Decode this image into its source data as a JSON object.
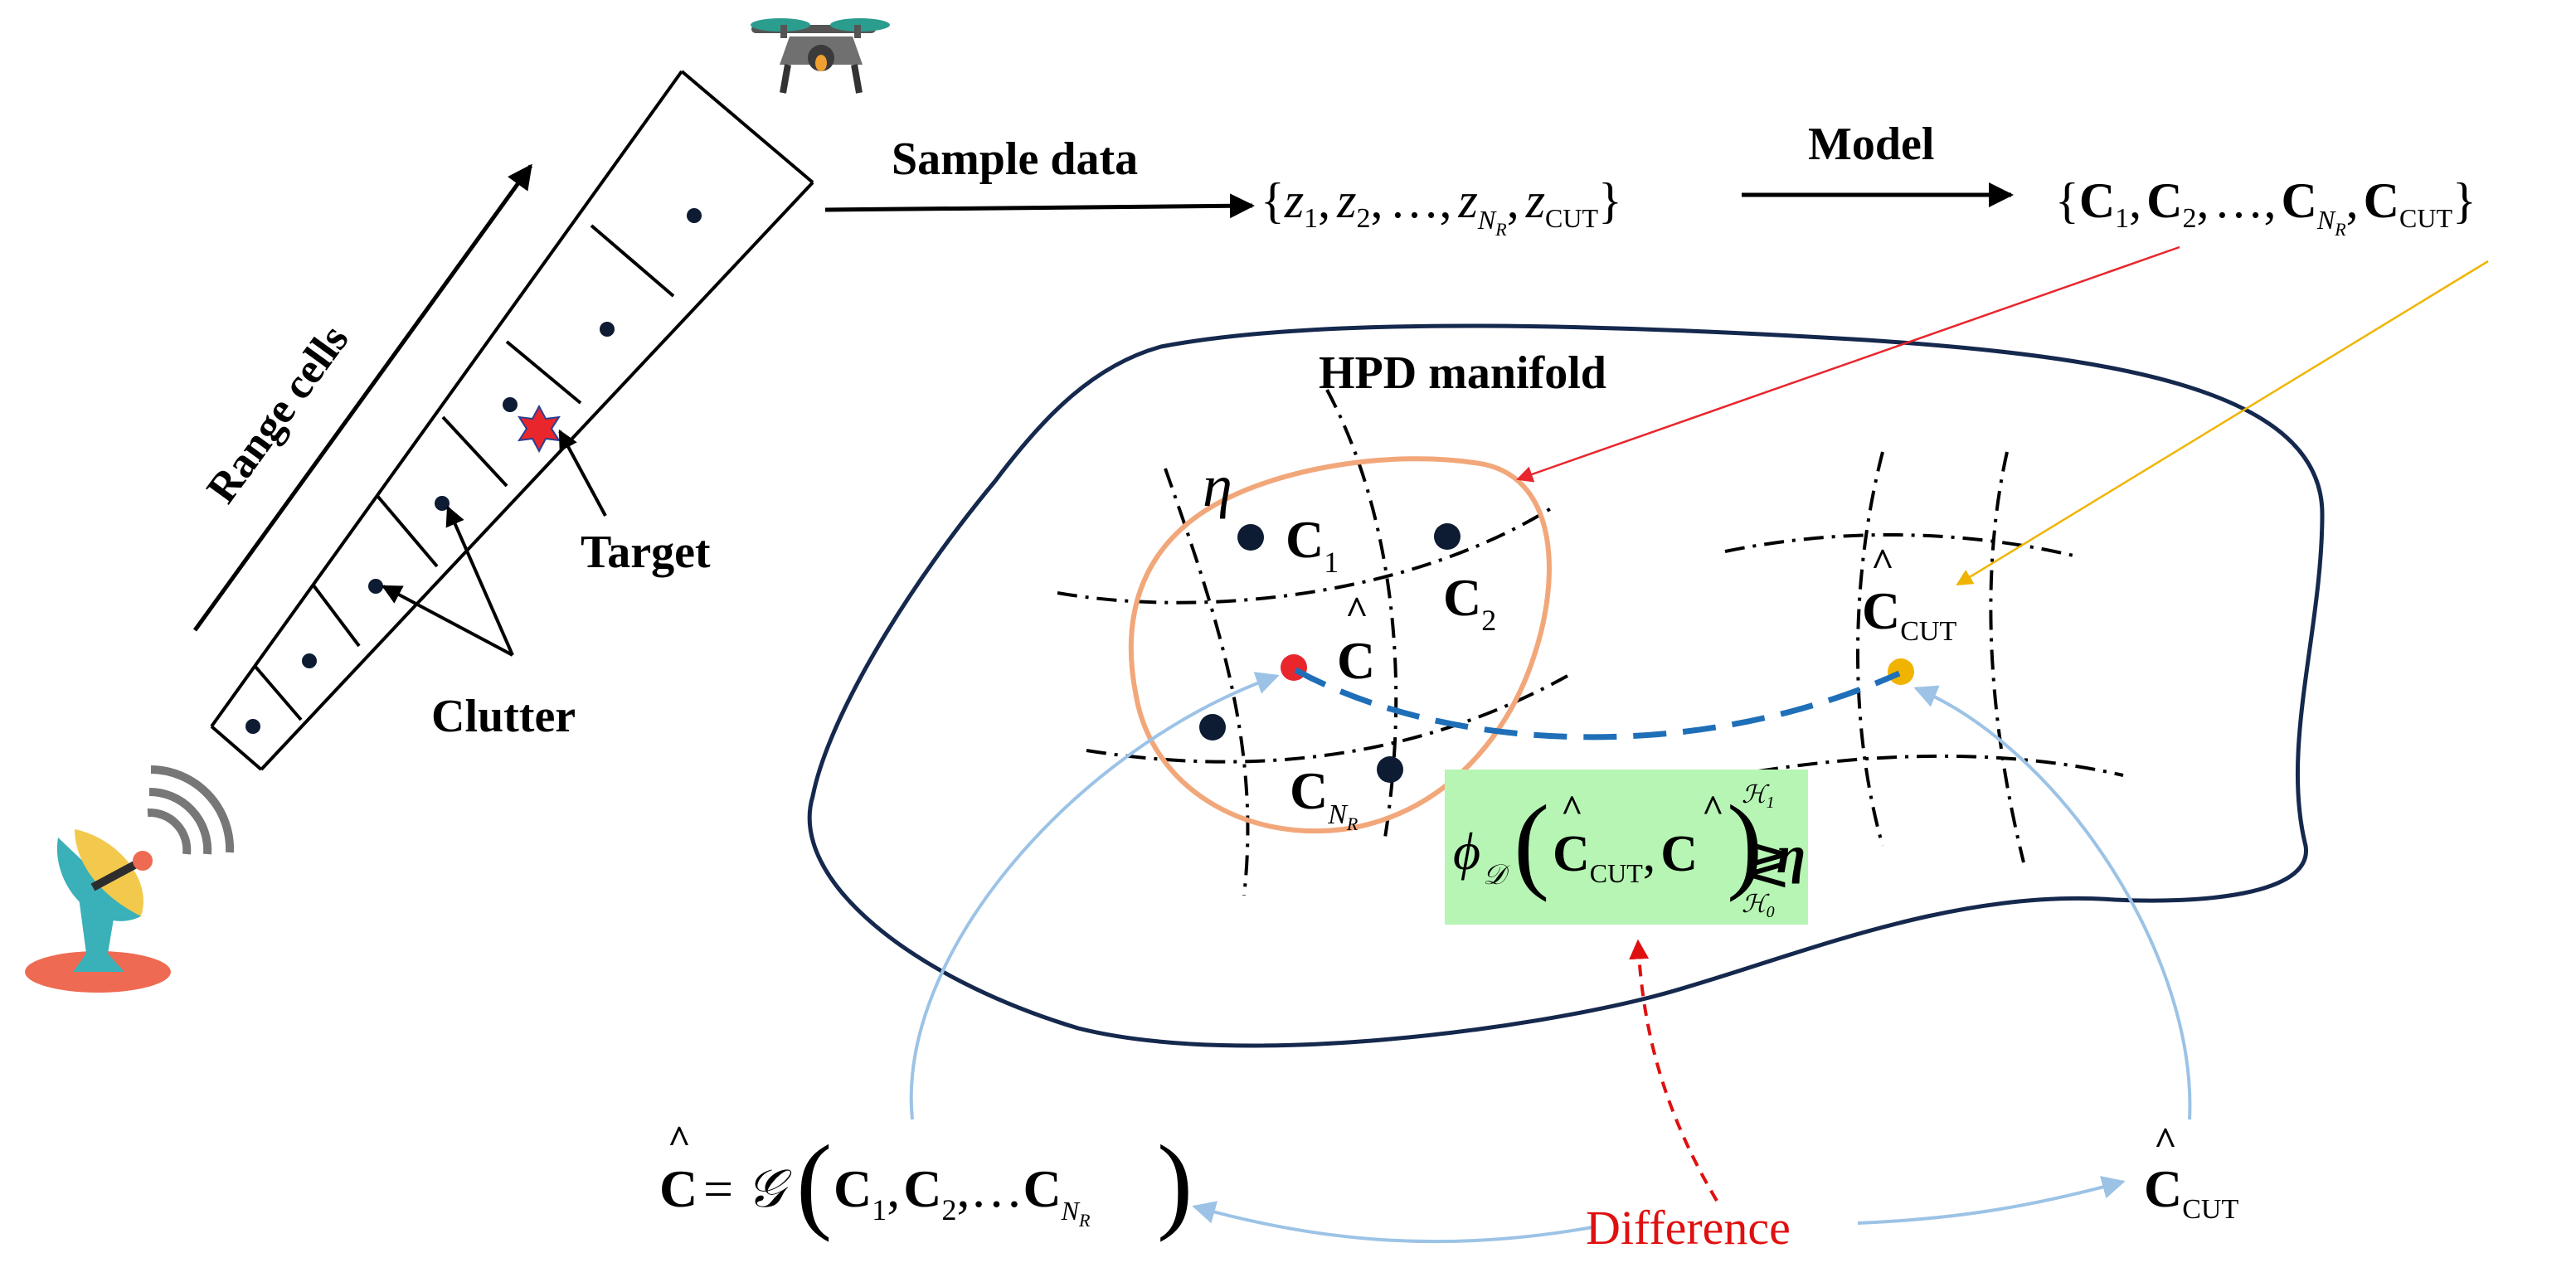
{
  "labels": {
    "range_cells": "Range cells",
    "sample_data": "Sample data",
    "model": "Model",
    "target": "Target",
    "clutter": "Clutter",
    "hpd_manifold": "HPD manifold",
    "difference": "Difference",
    "eta": "η"
  },
  "sample_set": {
    "open": "{",
    "close": "}",
    "z": "z",
    "sub1": "1",
    "sub2": "2",
    "dots": "…",
    "subN": "N",
    "subR": "R",
    "subCUT": "CUT",
    "comma": ","
  },
  "model_set": {
    "C": "C",
    "sub1": "1",
    "sub2": "2",
    "subN": "N",
    "subR": "R",
    "subCUT": "CUT"
  },
  "manifold_points": {
    "C1": {
      "main": "C",
      "sub": "1"
    },
    "C2": {
      "main": "C",
      "sub": "2"
    },
    "Chat": {
      "main": "C",
      "hat": "^"
    },
    "CNR": {
      "main": "C",
      "sub": "N",
      "subsub": "R"
    },
    "CCUT": {
      "main": "C",
      "hat": "^",
      "sub": "CUT"
    }
  },
  "test_statistic": {
    "phi": "ϕ",
    "D": "𝒟",
    "C": "C",
    "hat": "^",
    "sub": "CUT",
    "comma": ",",
    "H1": "ℋ",
    "H1sub": "1",
    "H0": "ℋ",
    "H0sub": "0",
    "ineq": "≷",
    "eta": "η"
  },
  "formula": {
    "lhs_C": "C",
    "hat": "^",
    "eq": "=",
    "G": "𝒢",
    "C": "C",
    "sub1": "1",
    "sub2": "2",
    "dots": "…",
    "subN": "N",
    "subR": "R",
    "comma": ","
  },
  "cut_bottom": {
    "main": "C",
    "hat": "^",
    "sub": "CUT"
  },
  "colors": {
    "manifold_outline": "#15284d",
    "eta_circle": "#f2a77a",
    "red_arrow": "#e8262c",
    "orange_arrow": "#f0b400",
    "geodesic": "#1f6fb8",
    "light_blue": "#9cc3e6",
    "green_box": "#b7f5b4",
    "difference_text": "#e01010",
    "radar_teal": "#3ab0b8",
    "radar_yellow": "#f2c94c",
    "radar_base": "#ee6a52",
    "drone_rotor": "#2a9d8f"
  }
}
